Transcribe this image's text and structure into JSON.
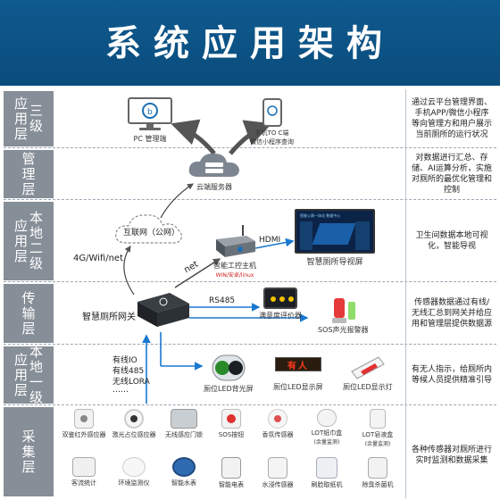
{
  "header": {
    "title": "系统应用架构"
  },
  "layers": {
    "app3": {
      "label_a": [
        "应",
        "用",
        "层"
      ],
      "label_b": [
        "三",
        "级"
      ],
      "desc": "通过云平台管理界面、手机APP/微信小程序等向管理方和用户展示当前厕所的运行状况"
    },
    "mgmt": {
      "label_a": [
        "管",
        "理",
        "层"
      ],
      "desc": "对数据进行汇总、存储、AI运算分析，实施对厕所的最优化管理和控制"
    },
    "app2": {
      "label_a": [
        "应",
        "用",
        "层"
      ],
      "label_b": [
        "本",
        "地",
        "二",
        "级"
      ],
      "desc": "卫生间数据本地可视化，智能导视"
    },
    "trans": {
      "label_a": [
        "传",
        "输",
        "层"
      ],
      "desc": "传感器数据通过有线/无线汇总到网关并给应用和管理层提供数据源"
    },
    "app1": {
      "label_a": [
        "应",
        "用",
        "层"
      ],
      "label_b": [
        "本",
        "地",
        "一",
        "级"
      ],
      "desc": "有无人指示，给厕所内等候人员提供精准引导"
    },
    "collect": {
      "label_a": [
        "采",
        "集",
        "层"
      ],
      "desc": "各种传感器对厕所进行实时监测和数据采集"
    }
  },
  "nodes": {
    "pc": "PC 管理端",
    "mobile": [
      "手机TO C端",
      "微信小程序查询"
    ],
    "cloud": "云端服务器",
    "internet": "互联网（公网）",
    "net_left": "4G/Wifi/net",
    "net_mid": "net",
    "host": "智能工控主机",
    "host_os": "WIN/安卓/linux",
    "hdmi": "HDMI",
    "screen": "智慧厕所导视屏",
    "gateway": "智慧厕所网关",
    "rs485": "RS485",
    "evaluator": "满意度评价器",
    "sos": "SOS声光报警器",
    "wired": [
      "有线IO",
      "有线485",
      "无线LORA",
      "……"
    ],
    "display1": "厕位LED背光屏",
    "display2": "厕位LED显示屏",
    "display3": "厕位LED显示灯",
    "led_text": "有人",
    "screen_header": "智能公厕一体化 数据中心"
  },
  "sensors_row1": [
    {
      "name": "双鉴红外感应器",
      "icon": "infrared-sensor-icon"
    },
    {
      "name": "激光占位感应器",
      "icon": "laser-sensor-icon"
    },
    {
      "name": "无线感应门锁",
      "icon": "door-lock-icon"
    },
    {
      "name": "SOS按钮",
      "icon": "sos-button-icon"
    },
    {
      "name": "香氛传感器",
      "icon": "fragrance-sensor-icon"
    },
    {
      "name": "LOT纸巾盒",
      "sub": "(余量监测)",
      "icon": "tissue-box-icon"
    },
    {
      "name": "LOT皂液盒",
      "sub": "(余量监测)",
      "icon": "soap-box-icon"
    }
  ],
  "sensors_row2": [
    {
      "name": "客流统计",
      "icon": "people-counter-icon"
    },
    {
      "name": "环境监测仪",
      "icon": "env-monitor-icon"
    },
    {
      "name": "智能水表",
      "icon": "water-meter-icon"
    },
    {
      "name": "智能电表",
      "icon": "power-meter-icon"
    },
    {
      "name": "水浸传感器",
      "icon": "water-leak-sensor-icon"
    },
    {
      "name": "刷脸取纸机",
      "icon": "face-paper-icon"
    },
    {
      "name": "除臭杀菌机",
      "icon": "deodorizer-icon"
    }
  ]
}
